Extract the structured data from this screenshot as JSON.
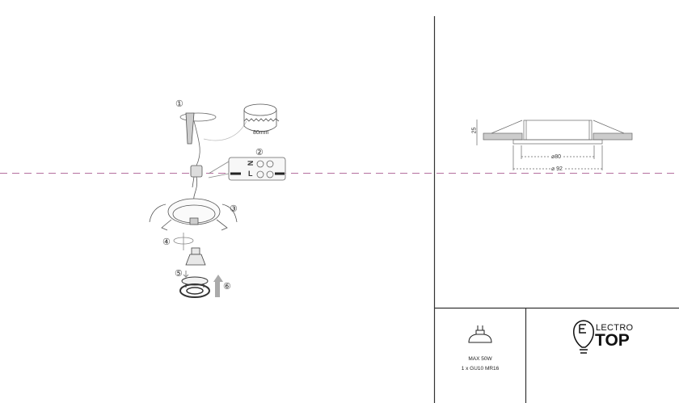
{
  "steps": [
    "①",
    "②",
    "③",
    "④",
    "⑤",
    "⑥"
  ],
  "hole_size": "80mm",
  "wiring": {
    "neutral": "N",
    "live": "L"
  },
  "dimensions": {
    "height": "25",
    "inner_diameter": "⌀80",
    "outer_diameter": "⌀ 92"
  },
  "spec": {
    "max_power": "MAX 50W",
    "lamp": "1 x GU10 MR16"
  },
  "brand": {
    "line1": "LECTRO",
    "line2": "TOP"
  },
  "colors": {
    "guide_line": "#b5709f",
    "frame": "#333333"
  }
}
